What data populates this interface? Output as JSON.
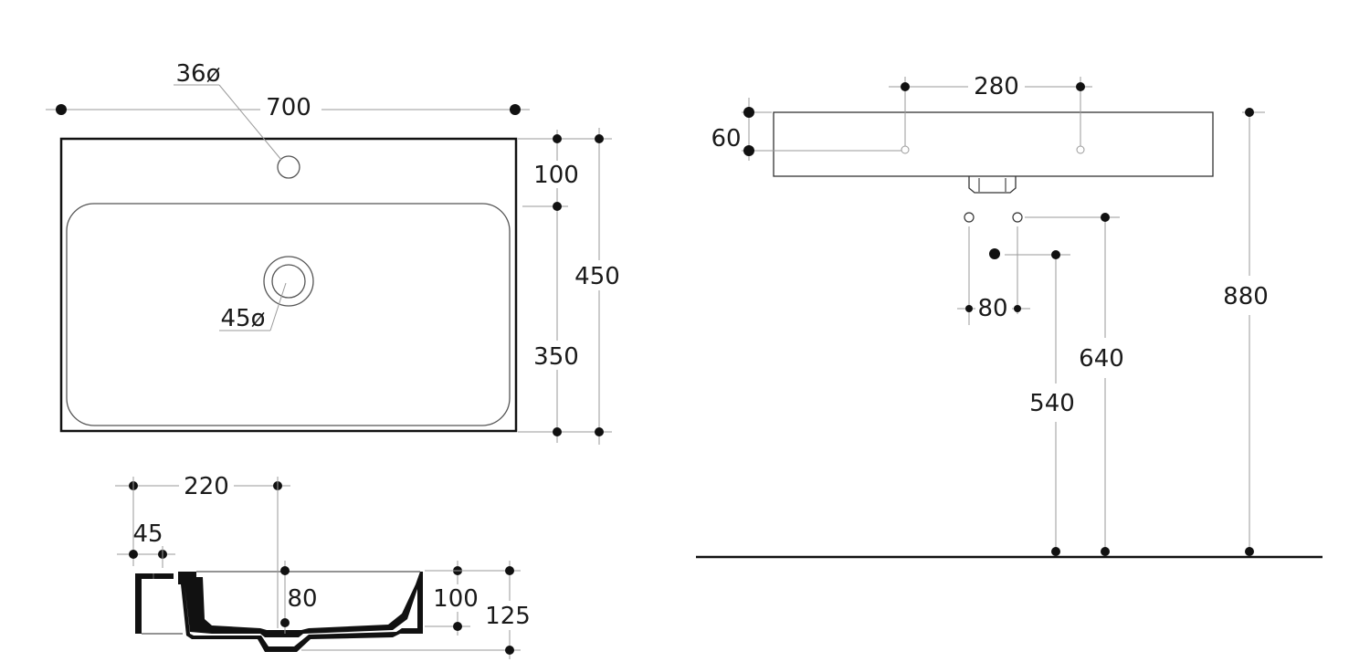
{
  "dimensions": {
    "top_view": {
      "tap_hole_diameter": "36ø",
      "overall_width": "700",
      "back_ledge_depth": "100",
      "overall_depth": "450",
      "bowl_depth": "350",
      "drain_diameter": "45ø"
    },
    "section_view": {
      "drain_offset": "220",
      "rim_width": "45",
      "bowl_height": "80",
      "inner_height": "100",
      "total_height": "125"
    },
    "front_view": {
      "tap_spacing": "280",
      "rim_thickness": "60",
      "supply_spacing": "80",
      "waste_height": "540",
      "supply_height": "640",
      "mounting_height": "880"
    }
  }
}
